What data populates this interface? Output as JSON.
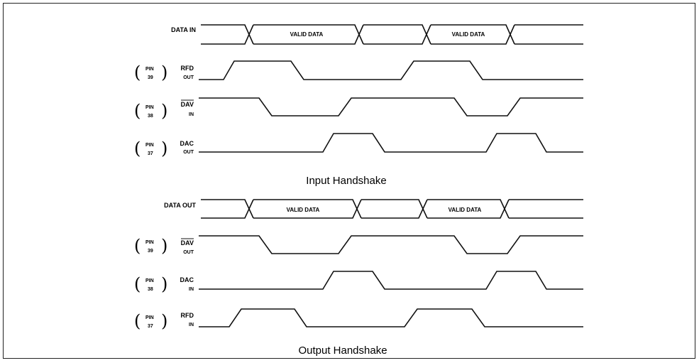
{
  "input_section": {
    "caption": "Input Handshake",
    "data_row": {
      "label": "DATA IN",
      "valid_labels": [
        "VALID DATA",
        "VALID DATA"
      ]
    },
    "rows": [
      {
        "pin_word": "PIN",
        "pin": "39",
        "signal": "RFD",
        "overline": false,
        "dir": "OUT"
      },
      {
        "pin_word": "PIN",
        "pin": "38",
        "signal": "DAV",
        "overline": true,
        "dir": "IN"
      },
      {
        "pin_word": "PIN",
        "pin": "37",
        "signal": "DAC",
        "overline": false,
        "dir": "OUT"
      }
    ]
  },
  "output_section": {
    "caption": "Output Handshake",
    "data_row": {
      "label": "DATA OUT",
      "valid_labels": [
        "VALID DATA",
        "VALID DATA"
      ]
    },
    "rows": [
      {
        "pin_word": "PIN",
        "pin": "39",
        "signal": "DAV",
        "overline": true,
        "dir": "OUT"
      },
      {
        "pin_word": "PIN",
        "pin": "38",
        "signal": "DAC",
        "overline": false,
        "dir": "IN"
      },
      {
        "pin_word": "PIN",
        "pin": "37",
        "signal": "RFD",
        "overline": false,
        "dir": "IN"
      }
    ]
  }
}
